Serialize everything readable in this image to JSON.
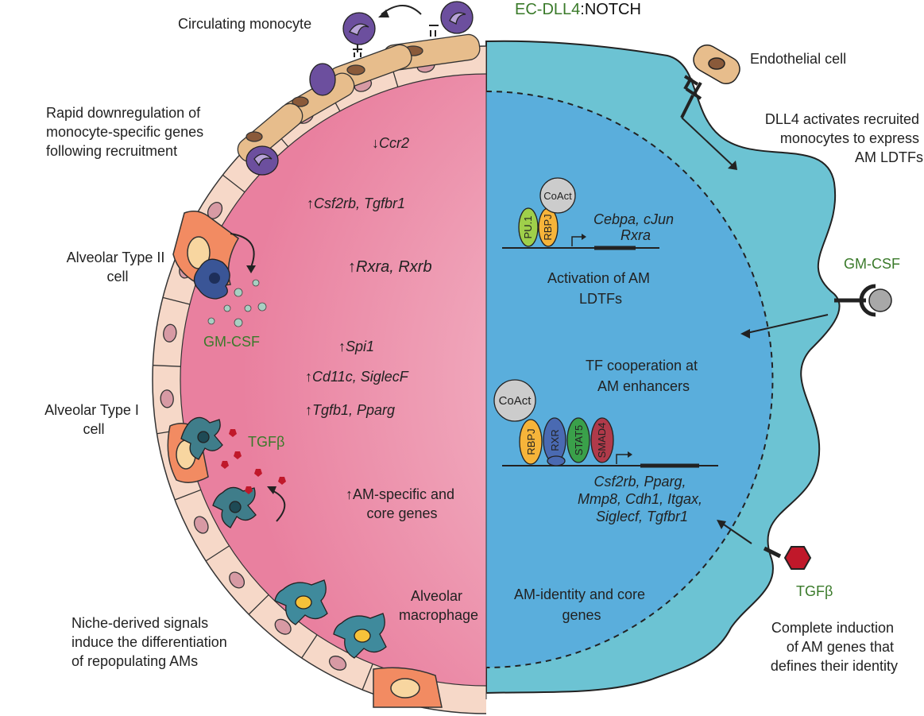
{
  "colors": {
    "left_half": "#e98aa6",
    "left_half_center": "#f6c3cf",
    "right_half": "#5aaedc",
    "right_outer": "#6cc3d3",
    "cell_border": "#f6d6c4",
    "type2_cell": "#f28b62",
    "monocyte": "#6c4f9e",
    "macrophage": "#3f7d8a",
    "gmcsf_text": "#3a7a2a",
    "tgfb_red": "#c0182a"
  },
  "header": {
    "ec_part": "EC-DLL4",
    "notch_part": ":NOTCH"
  },
  "left_labels": {
    "circulating_monocyte": "Circulating monocyte",
    "rapid_downregulation": [
      "Rapid downregulation of",
      "monocyte-specific genes",
      "following recruitment"
    ],
    "alveolar_type2": [
      "Alveolar Type II",
      "cell"
    ],
    "gmcsf": "GM-CSF",
    "alveolar_type1": [
      "Alveolar Type I",
      "cell"
    ],
    "tgfb": "TGFβ",
    "niche_derived": [
      "Niche-derived signals",
      "induce the differentiation",
      "of repopulating AMs"
    ],
    "alveolar_macrophage": [
      "Alveolar",
      "macrophage"
    ]
  },
  "gene_changes": {
    "ccr2_arrow": "↓",
    "ccr2": "Ccr2",
    "csf2rb_arrow": "↑",
    "csf2rb": "Csf2rb, Tgfbr1",
    "rxra_arrow": "↑",
    "rxra": "Rxra, Rxrb",
    "spi1_arrow": "↑",
    "spi1": "Spi1",
    "cd11c_arrow": "↑",
    "cd11c": "Cd11c, SiglecF",
    "tgfb1_arrow": "↑",
    "tgfb1": "Tgfb1, Pparg",
    "am_specific": [
      "↑AM-specific and",
      "core genes"
    ]
  },
  "right_labels": {
    "endothelial_cell": "Endothelial cell",
    "dll4_activates": [
      "DLL4 activates recruited",
      "monocytes to express",
      "AM LDTFs"
    ],
    "gmcsf": "GM-CSF",
    "tgfb": "TGFβ",
    "complete_induction": [
      "Complete induction",
      "of AM genes that",
      "defines their identity"
    ]
  },
  "interior": {
    "coact": "CoAct",
    "pu1": "PU.1",
    "rbpj": "RBPJ",
    "rxr": "RXR",
    "stat5": "STAT5",
    "smad4": "SMAD4",
    "genes_top": [
      "Cebpa, cJun",
      "Rxra"
    ],
    "activation": [
      "Activation of AM",
      "LDTFs"
    ],
    "tf_cooperation": [
      "TF cooperation at",
      "AM enhancers"
    ],
    "genes_bottom": [
      "Csf2rb, Pparg,",
      "Mmp8, Cdh1, Itgax,",
      "Siglecf, Tgfbr1"
    ],
    "am_identity": [
      "AM-identity and core",
      "genes"
    ]
  }
}
